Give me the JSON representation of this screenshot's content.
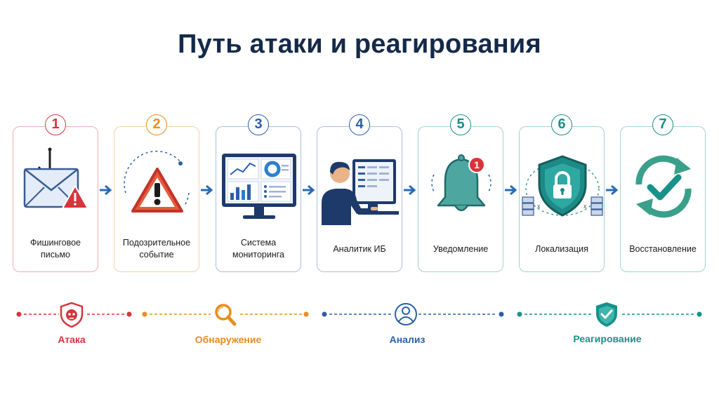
{
  "title": "Путь атаки и реагирования",
  "colors": {
    "title": "#152a4a",
    "attack": "#d9343b",
    "detect": "#e98c1f",
    "analysis": "#2a5fa8",
    "response": "#17918a",
    "arrow": "#2a6ab3"
  },
  "steps": [
    {
      "number": "1",
      "label": "Фишинговое\nписьмо",
      "icon": "phishing-email-icon",
      "color": "#d9343b"
    },
    {
      "number": "2",
      "label": "Подозрительное\nсобытие",
      "icon": "warning-triangle-icon",
      "color": "#e98c1f"
    },
    {
      "number": "3",
      "label": "Система\nмониторинга",
      "icon": "monitor-dashboard-icon",
      "color": "#2a5fa8"
    },
    {
      "number": "4",
      "label": "Аналитик ИБ",
      "icon": "analyst-icon",
      "color": "#2a5fa8"
    },
    {
      "number": "5",
      "label": "Уведомление",
      "icon": "bell-icon",
      "color": "#17918a",
      "bell_badge": "1"
    },
    {
      "number": "6",
      "label": "Локализация",
      "icon": "shield-lock-icon",
      "color": "#17918a"
    },
    {
      "number": "7",
      "label": "Восстановление",
      "icon": "recovery-check-icon",
      "color": "#17918a"
    }
  ],
  "phases": [
    {
      "label": "Атака",
      "icon": "mask-shield-icon",
      "color": "#d9343b"
    },
    {
      "label": "Обнаружение",
      "icon": "magnifier-icon",
      "color": "#e98c1f"
    },
    {
      "label": "Анализ",
      "icon": "user-icon",
      "color": "#2a5fa8"
    },
    {
      "label": "Реагирование",
      "icon": "shield-check-icon",
      "color": "#17918a"
    }
  ]
}
